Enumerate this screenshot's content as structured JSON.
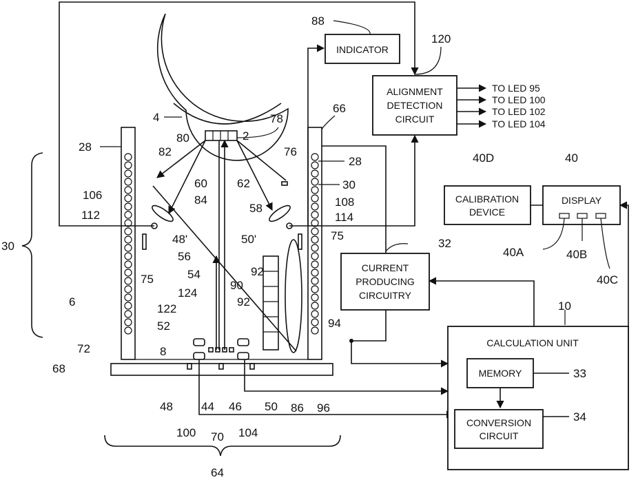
{
  "boxes": {
    "indicator": "INDICATOR",
    "alignment": [
      "ALIGNMENT",
      "DETECTION",
      "CIRCUIT"
    ],
    "calibration": [
      "CALIBRATION",
      "DEVICE"
    ],
    "display": "DISPLAY",
    "current": [
      "CURRENT",
      "PRODUCING",
      "CIRCUITRY"
    ],
    "calculation": "CALCULATION  UNIT",
    "memory": "MEMORY",
    "conversion": [
      "CONVERSION",
      "CIRCUIT"
    ]
  },
  "led_outputs": [
    "TO  LED  95",
    "TO  LED  100",
    "TO  LED  102",
    "TO  LED  104"
  ],
  "refs": {
    "r88": "88",
    "r120": "120",
    "r66": "66",
    "r4": "4",
    "r78": "78",
    "r2": "2",
    "r80": "80",
    "r28a": "28",
    "r82": "82",
    "r76": "76",
    "r28b": "28",
    "r60": "60",
    "r62": "62",
    "r30b": "30",
    "r106": "106",
    "r84": "84",
    "r58": "58",
    "r108": "108",
    "r112": "112",
    "r114": "114",
    "r30a": "30",
    "r48p": "48'",
    "r50p": "50'",
    "r75a": "75",
    "r75b": "75",
    "r56": "56",
    "r32": "32",
    "r92a": "92",
    "r54": "54",
    "r90": "90",
    "r6": "6",
    "r124": "124",
    "r92b": "92",
    "r122": "122",
    "r94": "94",
    "r10": "10",
    "r52": "52",
    "r72": "72",
    "r8": "8",
    "r68": "68",
    "r33": "33",
    "r48": "48",
    "r44": "44",
    "r46": "46",
    "r50": "50",
    "r86": "86",
    "r96": "96",
    "r34": "34",
    "r100": "100",
    "r70": "70",
    "r104": "104",
    "r64": "64",
    "r40D": "40D",
    "r40": "40",
    "r40A": "40A",
    "r40B": "40B",
    "r40C": "40C"
  }
}
